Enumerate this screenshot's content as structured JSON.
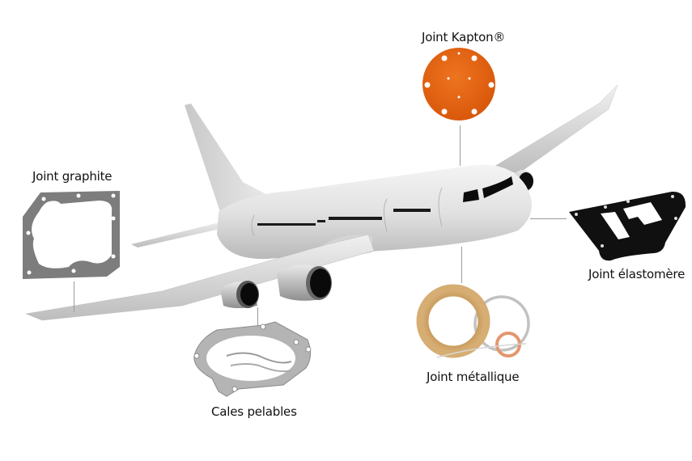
{
  "diagram": {
    "subject": "airplane",
    "labels": {
      "kapton": "Joint Kapton®",
      "graphite": "Joint graphite",
      "elastomere": "Joint élastomère",
      "metallique": "Joint métallique",
      "cales": "Cales pelables"
    },
    "colors": {
      "kapton": "#e0600e",
      "graphite": "#7a7a7a",
      "elastomere": "#111111",
      "brass": "#c9a063",
      "copper": "#e3906a",
      "steel": "#b8b8b8",
      "airplane_body": "#e6e6e6",
      "leader_line": "#9a9a9a"
    }
  }
}
